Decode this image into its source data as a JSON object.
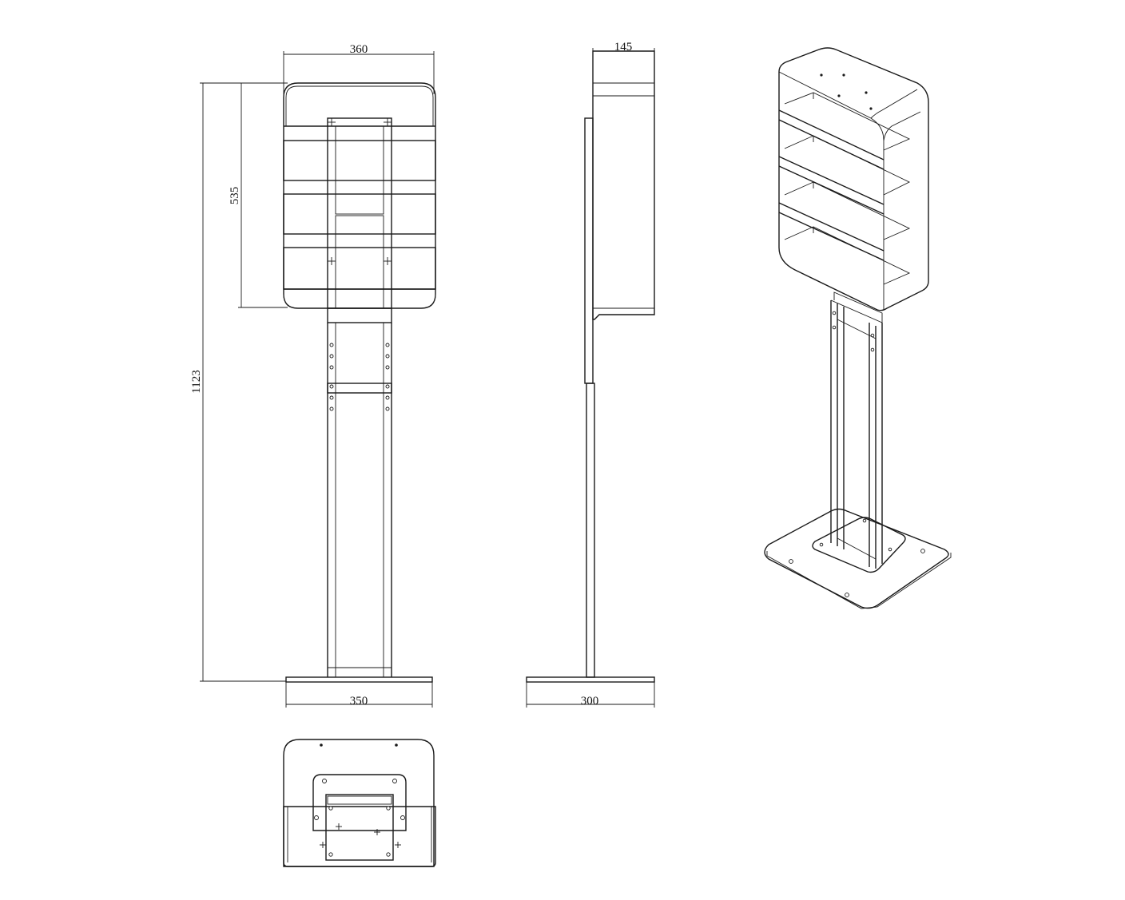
{
  "dimensions": {
    "top_width": "360",
    "side_depth": "145",
    "box_height": "535",
    "total_height": "1123",
    "base_width": "350",
    "base_depth": "300"
  },
  "colors": {
    "line": "#1a1a1a",
    "background": "#ffffff"
  }
}
